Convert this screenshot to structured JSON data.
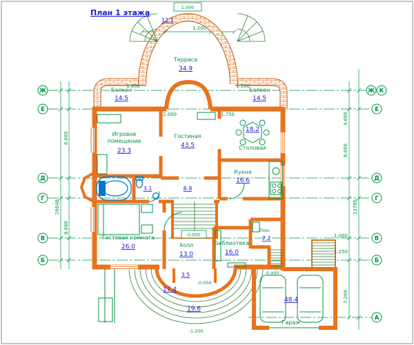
{
  "title": "План 1 этажа",
  "rooms": {
    "terrace": {
      "name": "Терраса",
      "area": "34.9"
    },
    "upper_landing": {
      "area": "12.1"
    },
    "balcony_left": {
      "name": "Балкон",
      "area": "14.5"
    },
    "balcony_right": {
      "name": "Балкон",
      "area": "14.5"
    },
    "game_room": {
      "name1": "Игровое",
      "name2": "помещение",
      "area": "23.3"
    },
    "living_room": {
      "name": "Гостиная",
      "area": "43.5"
    },
    "dining_room": {
      "name": "Столовая",
      "area": "18.2"
    },
    "kitchen": {
      "name": "Кухня",
      "area": "16.6"
    },
    "bathroom": {
      "area": "3.1"
    },
    "corridor": {
      "area": "8.8"
    },
    "guest_room": {
      "name": "Гостевая комната",
      "area": "26.0"
    },
    "hall": {
      "name": "Холл",
      "area": "13.0"
    },
    "library": {
      "name": "Библиотека",
      "area": "16.0"
    },
    "utility": {
      "name": "Пом.",
      "area": "7.2"
    },
    "garage": {
      "name": "Гараж",
      "area": "48.4"
    },
    "lower_terrace": {
      "area": "17.4"
    },
    "entry_steps": {
      "area": "3.5"
    },
    "porch": {
      "area": "19.6"
    }
  },
  "elevations": {
    "terrace": "1.000",
    "hall": "0.000",
    "porch": "-0.050",
    "garage": "-0.900",
    "ground": "-1.200"
  },
  "dimensions": {
    "top_step": "1.200",
    "balcony_left_top": "1.900",
    "balcony_right_top": "1.500",
    "bay_left": "2.000",
    "bay_right": "1.750",
    "left_outer_total": "26648",
    "left_upper": "6.666",
    "left_lower": "8.666",
    "right_upper": "4.666",
    "right_mid": "8.666",
    "right_outer_total": "22766",
    "right_lower": "7.266",
    "stair_right_1": "1.000",
    "stair_right_2": "1.250"
  },
  "axes": {
    "left": [
      "Ж",
      "Е",
      "Д",
      "Г",
      "В",
      "Б"
    ],
    "right_top_pair": [
      "Ж",
      "К"
    ],
    "right": [
      "Е",
      "Д",
      "Г",
      "В",
      "Б",
      "А"
    ]
  },
  "colors": {
    "wall": "#e8731e",
    "annotation_green": "#009245",
    "area_blue": "#1b1bd6",
    "sanitary_blue": "#0077cc"
  }
}
